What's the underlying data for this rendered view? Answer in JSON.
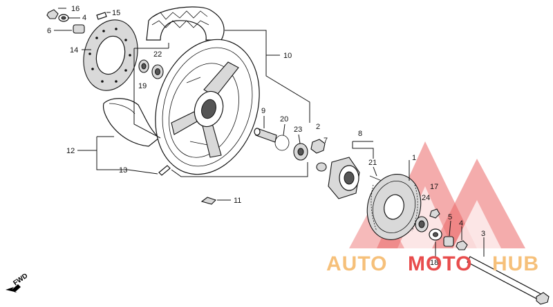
{
  "diagram": {
    "callouts": {
      "p1": "1",
      "p2": "2",
      "p3": "3",
      "p4a": "4",
      "p4b": "4",
      "p5": "5",
      "p6": "6",
      "p7": "7",
      "p8": "8",
      "p9": "9",
      "p10": "10",
      "p11": "11",
      "p12": "12",
      "p13": "13",
      "p14": "14",
      "p15": "15",
      "p16": "16",
      "p17": "17",
      "p18": "18",
      "p19": "19",
      "p20": "20",
      "p21": "21",
      "p22": "22",
      "p23": "23",
      "p24": "24"
    },
    "direction_label": "FWD"
  },
  "watermark": {
    "part1": "AUTO",
    "part2": "MOTO",
    "part3": "HUB",
    "colors": {
      "auto": "#f6c07a",
      "moto": "#e84c4c",
      "hub": "#f6c07a",
      "triangle": "#e84c4c"
    }
  }
}
